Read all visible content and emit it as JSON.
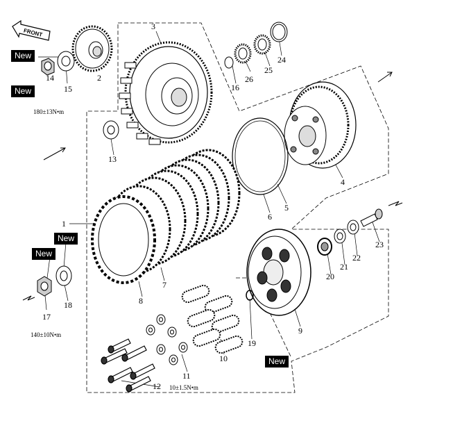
{
  "badges": {
    "new": "New"
  },
  "front_label": "FRONT",
  "callouts": [
    "1",
    "2",
    "3",
    "4",
    "5",
    "6",
    "7",
    "8",
    "9",
    "10",
    "11",
    "12",
    "13",
    "14",
    "15",
    "16",
    "17",
    "18",
    "19",
    "20",
    "21",
    "22",
    "23",
    "24",
    "25",
    "26"
  ],
  "torque_specs": {
    "nut_14": "180±13N•m",
    "nut_17": "140±10N•m",
    "bolt_12": "10±1.5N•m"
  }
}
